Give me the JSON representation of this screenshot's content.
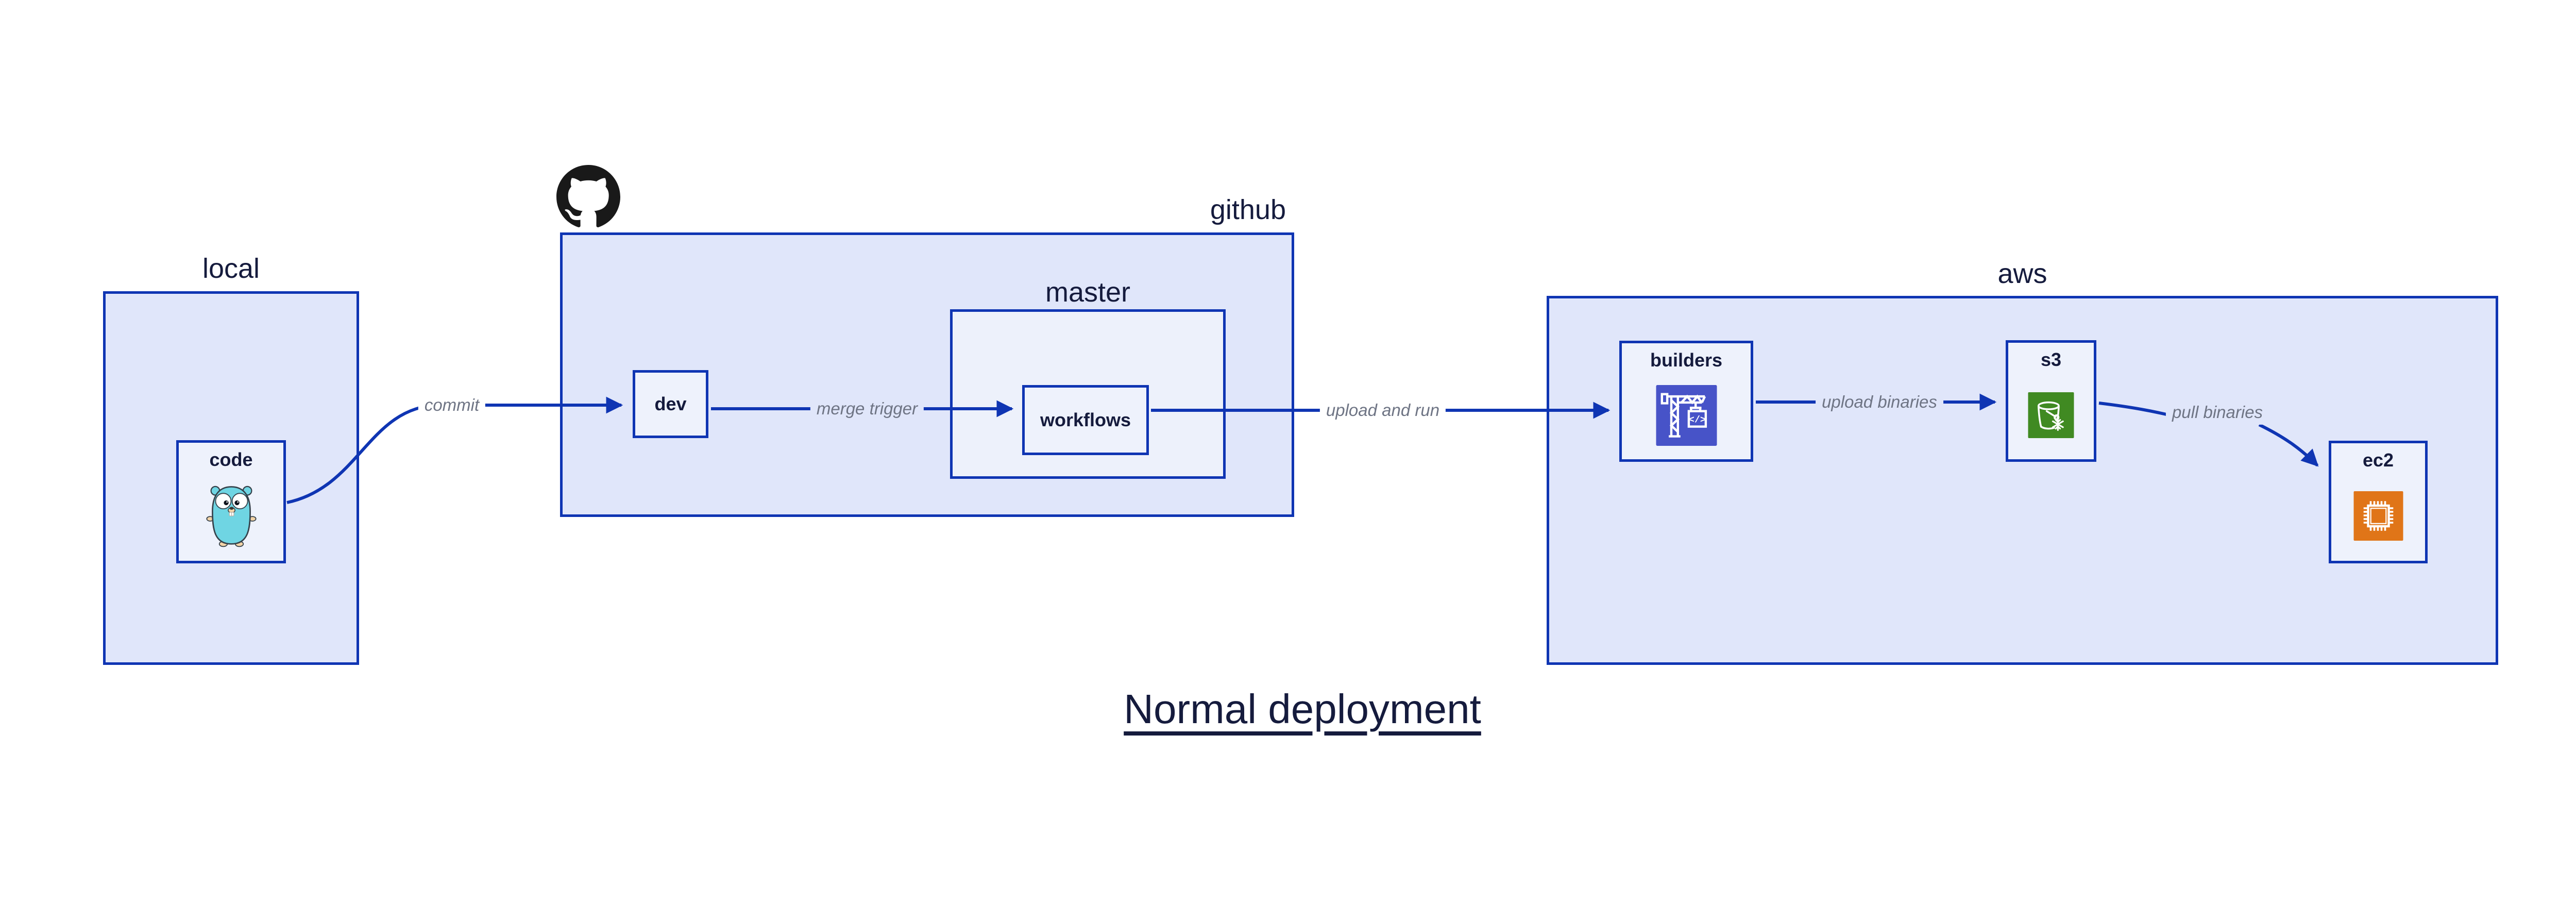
{
  "title": {
    "text": "Normal deployment"
  },
  "theme": {
    "accent": "#0f35b3",
    "container_fill": "#e0e6fa",
    "subgraph_fill": "#edf1fb",
    "node_fill": "#eef2fc",
    "text_navy": "#151b3d",
    "edge_label_gray": "#6e7484",
    "builders_icon_bg": "#4753c8",
    "s3_icon_bg": "#408a22",
    "ec2_icon_bg": "#e07518",
    "github_logo_black": "#191919",
    "gopher_teal": "#6fd5e3"
  },
  "containers": {
    "local": {
      "label": "local"
    },
    "github": {
      "label": "github"
    },
    "master": {
      "label": "master"
    },
    "aws": {
      "label": "aws"
    }
  },
  "nodes": {
    "code": {
      "label": "code",
      "icon": "go-gopher-icon"
    },
    "dev": {
      "label": "dev"
    },
    "workflows": {
      "label": "workflows"
    },
    "builders": {
      "label": "builders",
      "icon": "codebuild-crane-icon",
      "icon_glyph": "</>"
    },
    "s3": {
      "label": "s3",
      "icon": "s3-glacier-bucket-icon"
    },
    "ec2": {
      "label": "ec2",
      "icon": "ec2-chip-icon"
    }
  },
  "edges": [
    {
      "from": "code",
      "to": "dev",
      "label": "commit"
    },
    {
      "from": "dev",
      "to": "workflows",
      "label": "merge trigger"
    },
    {
      "from": "workflows",
      "to": "builders",
      "label": "upload and run"
    },
    {
      "from": "builders",
      "to": "s3",
      "label": "upload binaries"
    },
    {
      "from": "s3",
      "to": "ec2",
      "label": "pull binaries"
    }
  ]
}
